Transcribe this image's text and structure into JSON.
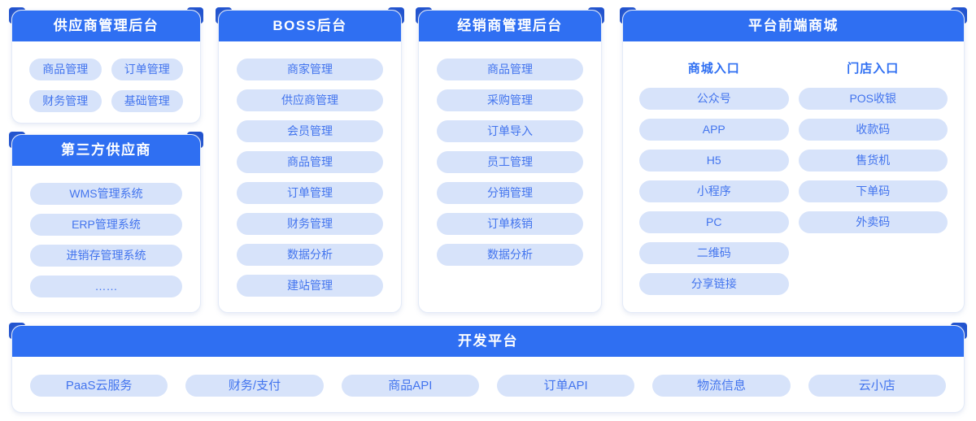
{
  "colors": {
    "header_bg": "#2F6FF2",
    "accent_dark": "#2254CF",
    "pill_bg": "#D7E3FA",
    "pill_text": "#4274EE",
    "card_border": "#E4EBF8"
  },
  "cards": {
    "supplier_admin": {
      "title": "供应商管理后台",
      "pills": [
        "商品管理",
        "订单管理",
        "财务管理",
        "基础管理"
      ]
    },
    "third_party": {
      "title": "第三方供应商",
      "pills": [
        "WMS管理系统",
        "ERP管理系统",
        "进销存管理系统",
        "……"
      ]
    },
    "boss": {
      "title": "BOSS后台",
      "pills": [
        "商家管理",
        "供应商管理",
        "会员管理",
        "商品管理",
        "订单管理",
        "财务管理",
        "数据分析",
        "建站管理"
      ]
    },
    "dealer": {
      "title": "经销商管理后台",
      "pills": [
        "商品管理",
        "采购管理",
        "订单导入",
        "员工管理",
        "分销管理",
        "订单核销",
        "数据分析"
      ]
    },
    "mall_front": {
      "title": "平台前端商城",
      "mall_entry": {
        "label": "商城入口",
        "pills": [
          "公众号",
          "APP",
          "H5",
          "小程序",
          "PC",
          "二维码",
          "分享链接"
        ]
      },
      "store_entry": {
        "label": "门店入口",
        "pills": [
          "POS收银",
          "收款码",
          "售货机",
          "下单码",
          "外卖码"
        ]
      }
    },
    "dev_platform": {
      "title": "开发平台",
      "pills": [
        "PaaS云服务",
        "财务/支付",
        "商品API",
        "订单API",
        "物流信息",
        "云小店"
      ]
    }
  }
}
